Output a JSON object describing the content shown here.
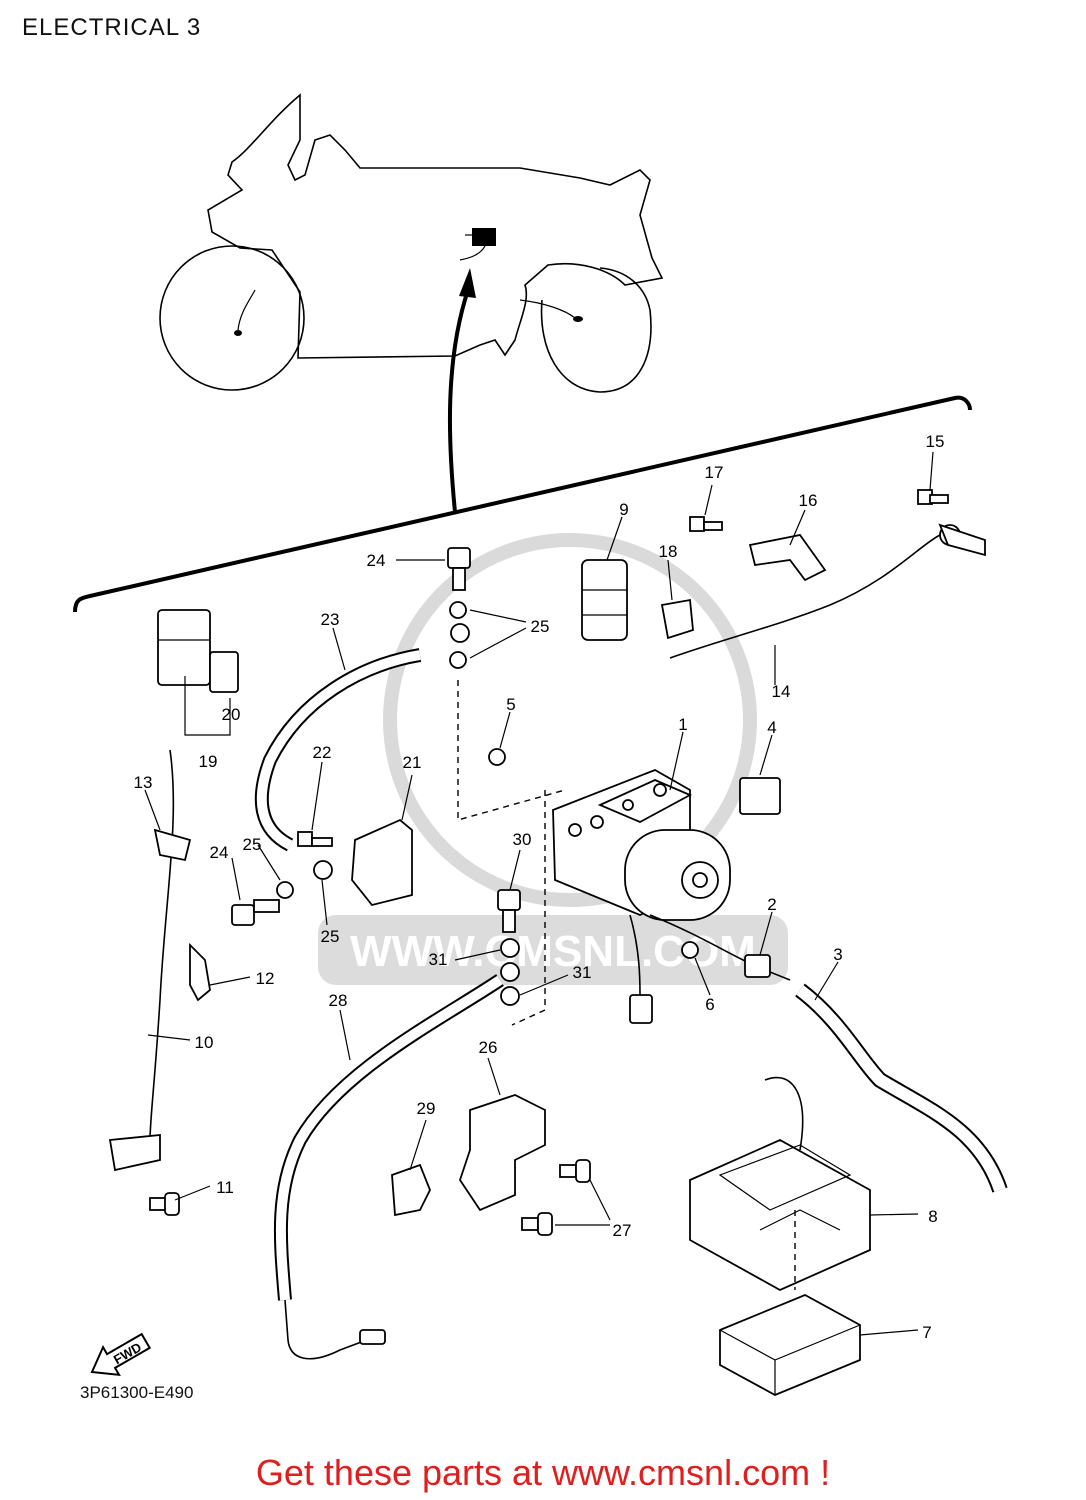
{
  "header": {
    "title": "ELECTRICAL 3"
  },
  "footer": {
    "diagram_code": "3P61300-E490",
    "promo": "Get these parts at www.cmsnl.com !",
    "fwd_label": "FWD"
  },
  "watermark": {
    "text": "WWW.CMSNL.COM"
  },
  "callouts": [
    "1",
    "2",
    "3",
    "4",
    "5",
    "6",
    "7",
    "8",
    "9",
    "10",
    "11",
    "12",
    "13",
    "14",
    "15",
    "16",
    "17",
    "18",
    "19",
    "20",
    "21",
    "22",
    "23",
    "24",
    "24",
    "25",
    "25",
    "25",
    "26",
    "27",
    "28",
    "29",
    "30",
    "31",
    "31"
  ]
}
